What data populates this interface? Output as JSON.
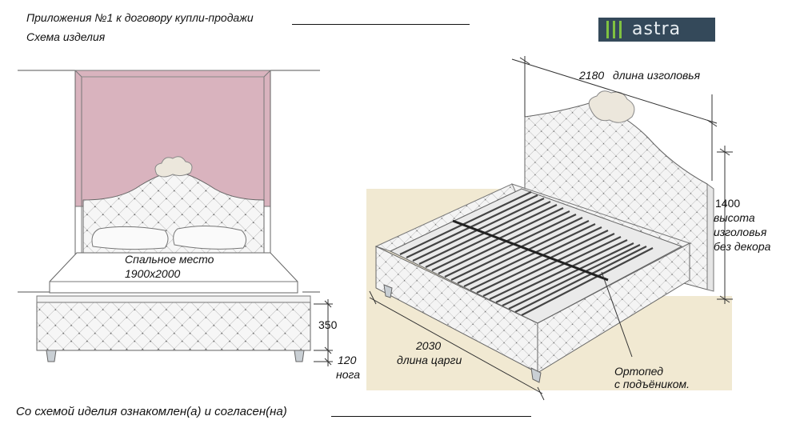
{
  "header": {
    "title": "Приложения №1 к договору купли-продажи",
    "subtitle": "Схема изделия"
  },
  "logo": {
    "text": "astra"
  },
  "front_view": {
    "sleeping_place_label": "Спальное место",
    "sleeping_place_size": "1900x2000",
    "frame_height": "350",
    "leg_height": "120",
    "leg_label": "нога"
  },
  "perspective_view": {
    "headboard_length_value": "2180",
    "headboard_length_label": "длина изголовья",
    "headboard_height_value": "1400",
    "headboard_height_label_1": "высота",
    "headboard_height_label_2": "изголовья",
    "headboard_height_label_3": "без декора",
    "rail_length_value": "2030",
    "rail_length_label": "длина царги",
    "base_label_1": "Ортопед",
    "base_label_2": "с подъёником."
  },
  "footer": {
    "agreement_text": "Со схемой иделия ознакомлен(а) и согласен(на)"
  },
  "colors": {
    "wall_pink": "#d9b3be",
    "floor_beige": "#f1e9d2",
    "logo_bg": "#34495a",
    "logo_accent": "#7fc241"
  }
}
